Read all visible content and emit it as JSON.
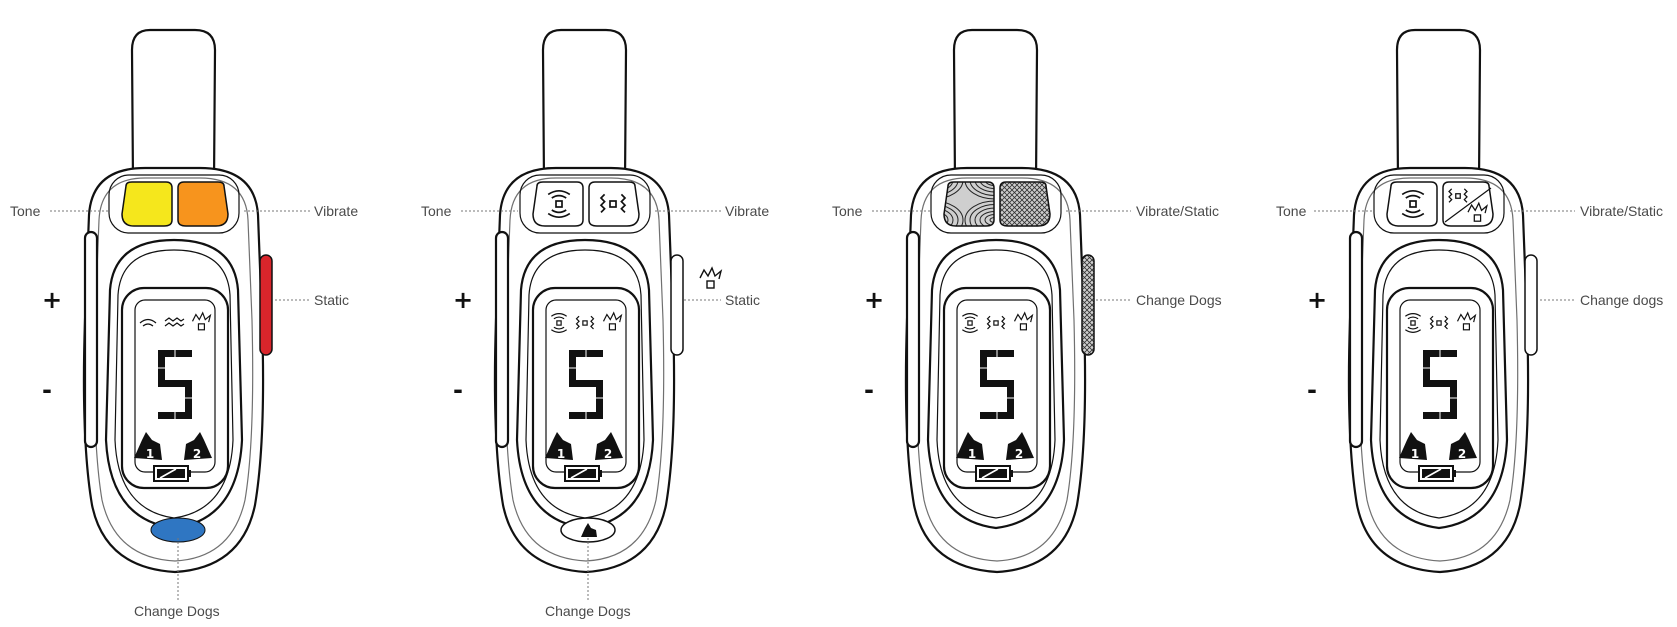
{
  "colors": {
    "outline": "#111111",
    "tone_yellow": "#f5e71c",
    "vibrate_orange": "#f7941d",
    "static_red": "#d9252b",
    "change_dogs_blue": "#2f76c2",
    "leader_line": "#777777"
  },
  "remotes": [
    {
      "variant": "colored-buttons",
      "labels": {
        "left": "Tone",
        "right_top": "Vibrate",
        "right_side": "Static",
        "bottom": "Change Dogs"
      },
      "signs": {
        "plus": "+",
        "minus": "-"
      },
      "display": {
        "digit": "5",
        "mode_icons": [
          "tone-icon",
          "vibrate-wave-icon",
          "static-icon"
        ],
        "dog_numbers": [
          "1",
          "2"
        ],
        "battery": "battery-icon"
      }
    },
    {
      "variant": "icon-buttons",
      "labels": {
        "left": "Tone",
        "right_top": "Vibrate",
        "right_side": "Static",
        "bottom": "Change Dogs"
      },
      "signs": {
        "plus": "+",
        "minus": "-"
      },
      "display": {
        "digit": "5",
        "mode_icons": [
          "tone-icon",
          "vibrate-icon",
          "static-icon"
        ],
        "dog_numbers": [
          "1",
          "2"
        ],
        "battery": "battery-icon"
      }
    },
    {
      "variant": "textured-buttons",
      "labels": {
        "left": "Tone",
        "right_top": "Vibrate/Static",
        "right_side": "Change Dogs"
      },
      "signs": {
        "plus": "+",
        "minus": "-"
      },
      "display": {
        "digit": "5",
        "mode_icons": [
          "tone-icon",
          "vibrate-icon",
          "static-icon"
        ],
        "dog_numbers": [
          "1",
          "2"
        ],
        "battery": "battery-icon"
      }
    },
    {
      "variant": "split-icon-buttons",
      "labels": {
        "left": "Tone",
        "right_top": "Vibrate/Static",
        "right_side": "Change dogs"
      },
      "signs": {
        "plus": "+",
        "minus": "-"
      },
      "display": {
        "digit": "5",
        "mode_icons": [
          "tone-icon",
          "vibrate-icon",
          "static-icon"
        ],
        "dog_numbers": [
          "1",
          "2"
        ],
        "battery": "battery-icon"
      }
    }
  ]
}
